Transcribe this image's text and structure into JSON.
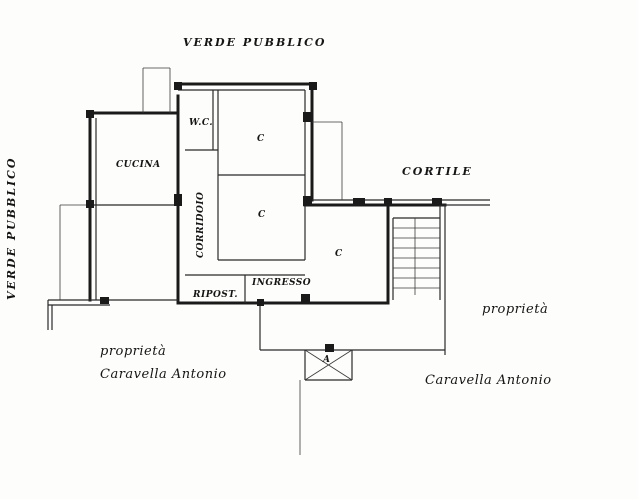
{
  "title_top": "VERDE PUBBLICO",
  "title_left": "VERDE PUBBLICO",
  "courtyard": "CORTILE",
  "rooms": {
    "kitchen": "CUCINA",
    "wc": "W.C.",
    "corridor": "CORRIDOIO",
    "room1": "C",
    "room2": "C",
    "room3": "C",
    "entrance": "INGRESSO",
    "storage": "RIPOST."
  },
  "stair_mark": "A",
  "owner_left_line1": "proprietà",
  "owner_left_line2": "Caravella Antonio",
  "owner_right_line1": "proprietà",
  "owner_right_line2": "Caravella Antonio"
}
